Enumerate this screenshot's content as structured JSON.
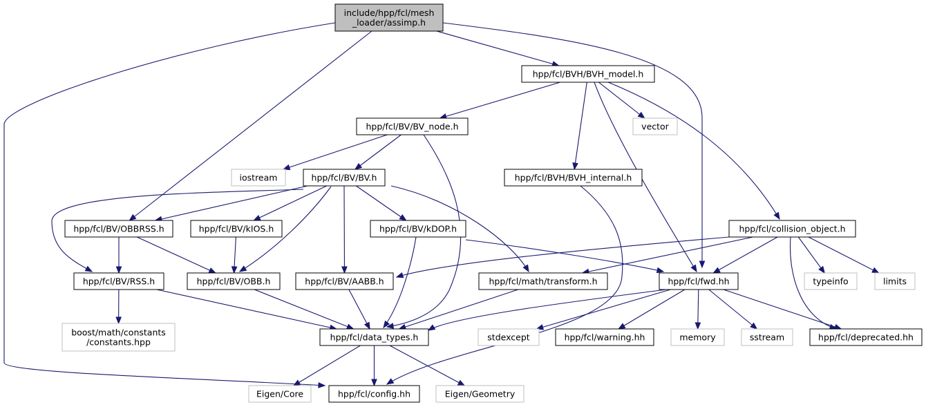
{
  "colors": {
    "root_fill": "#bfbfbf",
    "node_fill": "#ffffff",
    "node_border": "#000000",
    "external_border": "#bfbfbf",
    "edge": "#191970",
    "text": "#000000"
  },
  "nodes": [
    {
      "id": "assimp",
      "kind": "root",
      "lines": [
        "include/hpp/fcl/mesh",
        "_loader/assimp.h"
      ]
    },
    {
      "id": "bvh_model",
      "kind": "file",
      "lines": [
        "hpp/fcl/BVH/BVH_model.h"
      ]
    },
    {
      "id": "bv_node",
      "kind": "file",
      "lines": [
        "hpp/fcl/BV/BV_node.h"
      ]
    },
    {
      "id": "vector",
      "kind": "external",
      "lines": [
        "vector"
      ]
    },
    {
      "id": "iostream",
      "kind": "external",
      "lines": [
        "iostream"
      ]
    },
    {
      "id": "bv",
      "kind": "file",
      "lines": [
        "hpp/fcl/BV/BV.h"
      ]
    },
    {
      "id": "bvh_internal",
      "kind": "file",
      "lines": [
        "hpp/fcl/BVH/BVH_internal.h"
      ]
    },
    {
      "id": "obbrss",
      "kind": "file",
      "lines": [
        "hpp/fcl/BV/OBBRSS.h"
      ]
    },
    {
      "id": "kios",
      "kind": "file",
      "lines": [
        "hpp/fcl/BV/kIOS.h"
      ]
    },
    {
      "id": "kdop",
      "kind": "file",
      "lines": [
        "hpp/fcl/BV/kDOP.h"
      ]
    },
    {
      "id": "collision_object",
      "kind": "file",
      "lines": [
        "hpp/fcl/collision_object.h"
      ]
    },
    {
      "id": "rss",
      "kind": "file",
      "lines": [
        "hpp/fcl/BV/RSS.h"
      ]
    },
    {
      "id": "obb",
      "kind": "file",
      "lines": [
        "hpp/fcl/BV/OBB.h"
      ]
    },
    {
      "id": "aabb",
      "kind": "file",
      "lines": [
        "hpp/fcl/BV/AABB.h"
      ]
    },
    {
      "id": "transform",
      "kind": "file",
      "lines": [
        "hpp/fcl/math/transform.h"
      ]
    },
    {
      "id": "fwd",
      "kind": "file",
      "lines": [
        "hpp/fcl/fwd.hh"
      ]
    },
    {
      "id": "typeinfo",
      "kind": "external",
      "lines": [
        "typeinfo"
      ]
    },
    {
      "id": "limits",
      "kind": "external",
      "lines": [
        "limits"
      ]
    },
    {
      "id": "boost_constants",
      "kind": "external",
      "lines": [
        "boost/math/constants",
        "/constants.hpp"
      ]
    },
    {
      "id": "data_types",
      "kind": "file",
      "lines": [
        "hpp/fcl/data_types.h"
      ]
    },
    {
      "id": "stdexcept",
      "kind": "external",
      "lines": [
        "stdexcept"
      ]
    },
    {
      "id": "warning",
      "kind": "file",
      "lines": [
        "hpp/fcl/warning.hh"
      ]
    },
    {
      "id": "memory",
      "kind": "external",
      "lines": [
        "memory"
      ]
    },
    {
      "id": "sstream",
      "kind": "external",
      "lines": [
        "sstream"
      ]
    },
    {
      "id": "deprecated",
      "kind": "file",
      "lines": [
        "hpp/fcl/deprecated.hh"
      ]
    },
    {
      "id": "eigen_core",
      "kind": "external",
      "lines": [
        "Eigen/Core"
      ]
    },
    {
      "id": "config",
      "kind": "file",
      "lines": [
        "hpp/fcl/config.hh"
      ]
    },
    {
      "id": "eigen_geometry",
      "kind": "external",
      "lines": [
        "Eigen/Geometry"
      ]
    }
  ],
  "edges": [
    {
      "from": "assimp",
      "to": "bvh_model"
    },
    {
      "from": "assimp",
      "to": "obbrss"
    },
    {
      "from": "assimp",
      "to": "fwd"
    },
    {
      "from": "assimp",
      "to": "config"
    },
    {
      "from": "bvh_model",
      "to": "bv_node"
    },
    {
      "from": "bvh_model",
      "to": "vector"
    },
    {
      "from": "bvh_model",
      "to": "bvh_internal"
    },
    {
      "from": "bvh_model",
      "to": "collision_object"
    },
    {
      "from": "bvh_model",
      "to": "fwd"
    },
    {
      "from": "bv_node",
      "to": "iostream"
    },
    {
      "from": "bv_node",
      "to": "bv"
    },
    {
      "from": "bv_node",
      "to": "data_types"
    },
    {
      "from": "bv",
      "to": "obbrss"
    },
    {
      "from": "bv",
      "to": "kios"
    },
    {
      "from": "bv",
      "to": "kdop"
    },
    {
      "from": "bv",
      "to": "rss"
    },
    {
      "from": "bv",
      "to": "obb"
    },
    {
      "from": "bv",
      "to": "aabb"
    },
    {
      "from": "bv",
      "to": "transform"
    },
    {
      "from": "bvh_internal",
      "to": "config"
    },
    {
      "from": "obbrss",
      "to": "rss"
    },
    {
      "from": "obbrss",
      "to": "obb"
    },
    {
      "from": "kios",
      "to": "obb"
    },
    {
      "from": "kdop",
      "to": "data_types"
    },
    {
      "from": "kdop",
      "to": "fwd"
    },
    {
      "from": "collision_object",
      "to": "aabb"
    },
    {
      "from": "collision_object",
      "to": "transform"
    },
    {
      "from": "collision_object",
      "to": "fwd"
    },
    {
      "from": "collision_object",
      "to": "typeinfo"
    },
    {
      "from": "collision_object",
      "to": "limits"
    },
    {
      "from": "collision_object",
      "to": "deprecated"
    },
    {
      "from": "rss",
      "to": "boost_constants"
    },
    {
      "from": "rss",
      "to": "data_types"
    },
    {
      "from": "obb",
      "to": "data_types"
    },
    {
      "from": "aabb",
      "to": "data_types"
    },
    {
      "from": "transform",
      "to": "data_types"
    },
    {
      "from": "fwd",
      "to": "data_types"
    },
    {
      "from": "fwd",
      "to": "stdexcept"
    },
    {
      "from": "fwd",
      "to": "warning"
    },
    {
      "from": "fwd",
      "to": "memory"
    },
    {
      "from": "fwd",
      "to": "sstream"
    },
    {
      "from": "fwd",
      "to": "deprecated"
    },
    {
      "from": "data_types",
      "to": "eigen_core"
    },
    {
      "from": "data_types",
      "to": "config"
    },
    {
      "from": "data_types",
      "to": "eigen_geometry"
    }
  ]
}
